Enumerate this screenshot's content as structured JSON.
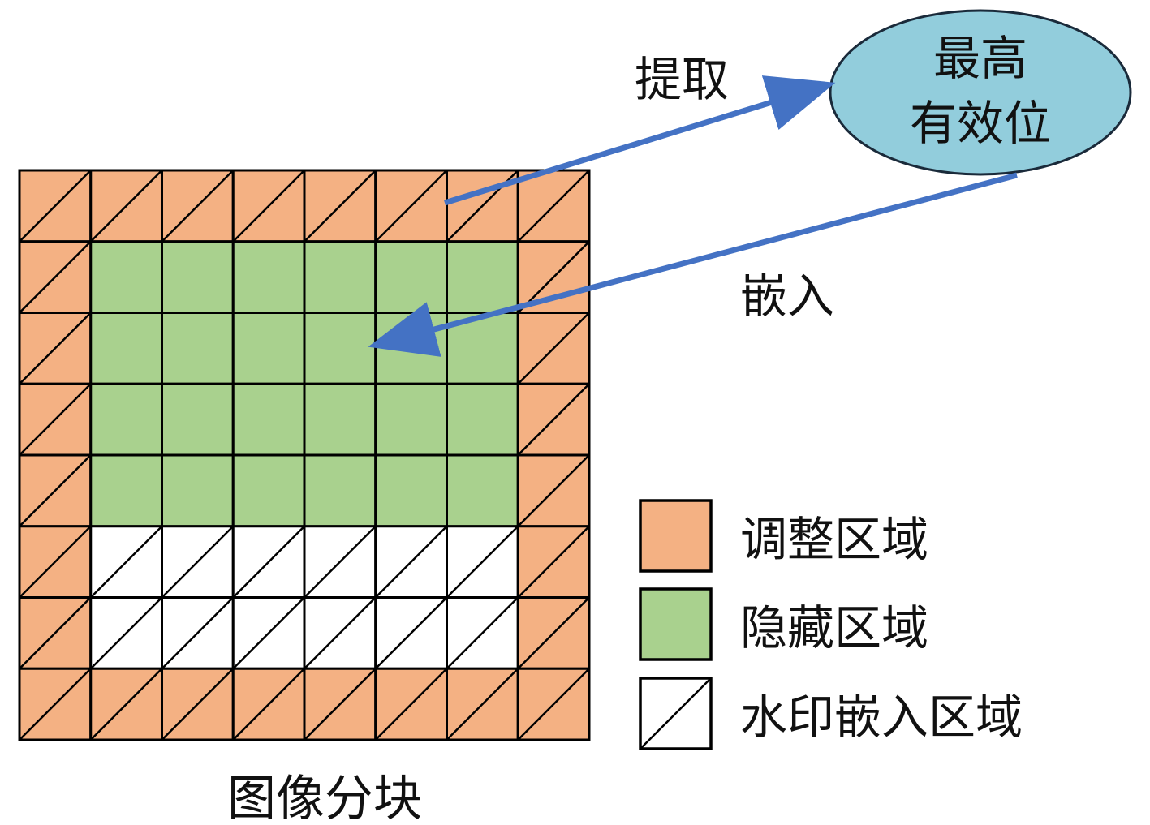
{
  "labels": {
    "extract": "提取",
    "embed": "嵌入",
    "msb_line1": "最高",
    "msb_line2": "有效位",
    "image_blocks": "图像分块"
  },
  "legend": [
    {
      "key": "adjust",
      "label": "调整区域"
    },
    {
      "key": "hide",
      "label": "隐藏区域"
    },
    {
      "key": "watermark",
      "label": "水印嵌入区域"
    }
  ],
  "grid": {
    "rows": 8,
    "cols": 8,
    "cell_types": [
      [
        "adjust",
        "adjust",
        "adjust",
        "adjust",
        "adjust",
        "adjust",
        "adjust",
        "adjust"
      ],
      [
        "adjust",
        "hide",
        "hide",
        "hide",
        "hide",
        "hide",
        "hide",
        "adjust"
      ],
      [
        "adjust",
        "hide",
        "hide",
        "hide",
        "hide",
        "hide",
        "hide",
        "adjust"
      ],
      [
        "adjust",
        "hide",
        "hide",
        "hide",
        "hide",
        "hide",
        "hide",
        "adjust"
      ],
      [
        "adjust",
        "hide",
        "hide",
        "hide",
        "hide",
        "hide",
        "hide",
        "adjust"
      ],
      [
        "adjust",
        "watermark",
        "watermark",
        "watermark",
        "watermark",
        "watermark",
        "watermark",
        "adjust"
      ],
      [
        "adjust",
        "watermark",
        "watermark",
        "watermark",
        "watermark",
        "watermark",
        "watermark",
        "adjust"
      ],
      [
        "adjust",
        "adjust",
        "adjust",
        "adjust",
        "adjust",
        "adjust",
        "adjust",
        "adjust"
      ]
    ]
  },
  "colors": {
    "adjust": "#F4B183",
    "hide": "#A9D18E",
    "watermark": "#FFFFFF",
    "ellipse_fill": "#92CDDC",
    "arrow": "#4472C4",
    "stroke": "#000000"
  },
  "icons": {
    "cell_diagonal": "diagonal-line-icon",
    "arrowhead": "arrowhead-icon"
  }
}
